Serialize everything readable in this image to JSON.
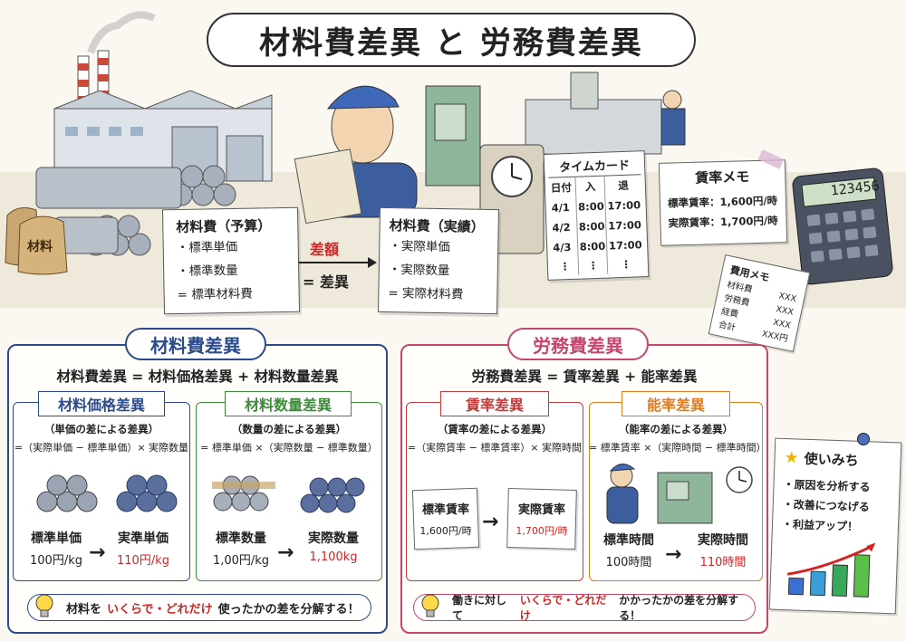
{
  "title": "材料費差異 と 労務費差異",
  "scene": {
    "bag_label": "材料",
    "budget_card": {
      "title": "材料費（予算）",
      "items": [
        "・標準単価",
        "・標準数量",
        "= 標準材料費"
      ]
    },
    "actual_card": {
      "title": "材料費（実績）",
      "items": [
        "・実際単価",
        "・実際数量",
        "= 実際材料費"
      ]
    },
    "diff_label": "差額",
    "diff_equals": "= 差異",
    "timecard": {
      "title": "タイムカード",
      "headers": [
        "日付",
        "入",
        "退"
      ],
      "rows": [
        [
          "4/1",
          "8:00",
          "17:00"
        ],
        [
          "4/2",
          "8:00",
          "17:00"
        ],
        [
          "4/3",
          "8:00",
          "17:00"
        ],
        [
          "⋮",
          "⋮",
          "⋮"
        ]
      ]
    },
    "rate_memo": {
      "title": "賃率メモ",
      "lines": [
        "標準賃率：1,600円/時",
        "実際賃率：1,700円/時"
      ]
    },
    "calculator_display": "123456",
    "cost_memo": {
      "title": "費用メモ",
      "rows": [
        [
          "材料費",
          "XXX"
        ],
        [
          "労務費",
          "XXX"
        ],
        [
          "経費",
          "XXX"
        ],
        [
          "合計",
          "XXX円"
        ]
      ]
    }
  },
  "material": {
    "title": "材料費差異",
    "formula": "材料費差異 = 材料価格差異 + 材料数量差異",
    "price": {
      "title": "材料価格差異",
      "subtitle": "（単価の差による差異）",
      "formula": "=（実際単価 − 標準単価）× 実際数量",
      "std_label": "標準単価",
      "std_value": "100円/kg",
      "act_label": "実準単価",
      "act_value": "110円/kg"
    },
    "quantity": {
      "title": "材料数量差異",
      "subtitle": "（数量の差による差異）",
      "formula": "= 標準単価 ×（実際数量 − 標準数量）",
      "std_label": "標準数量",
      "std_value": "1,00円/kg",
      "act_label": "実際数量",
      "act_value": "1,100kg"
    },
    "tip": {
      "pre": "材料を",
      "hl": "いくらで・どれだけ",
      "post": "使ったかの差を分解する！"
    }
  },
  "labor": {
    "title": "労務費差異",
    "formula": "労務費差異 = 賃率差異 + 能率差異",
    "rate": {
      "title": "賃率差異",
      "subtitle": "（賃率の差による差異）",
      "formula": "=（実際賃率 − 標準賃率）× 実際時間",
      "std_label": "標準賃率",
      "std_value": "1,600円/時",
      "act_label": "実際賃率",
      "act_value": "1,700円/時"
    },
    "efficiency": {
      "title": "能率差異",
      "subtitle": "（能率の差による差異）",
      "formula": "= 標準賃率 ×（実際時間 − 標準時間）",
      "std_label": "標準時間",
      "std_value": "100時間",
      "act_label": "実際時間",
      "act_value": "110時間"
    },
    "tip": {
      "pre": "働きに対して",
      "hl": "いくらで・どれだけ",
      "post": "かかったかの差を分解する！"
    }
  },
  "usage": {
    "title": "使いみち",
    "items": [
      "・原因を分析する",
      "・改善につなげる",
      "・利益アップ！"
    ]
  },
  "colors": {
    "material": "#2c4b8c",
    "material_qty": "#3f8a3a",
    "labor": "#c7466e",
    "labor_rate": "#c23a3a",
    "labor_eff": "#e07b1f",
    "highlight": "#d32424"
  }
}
